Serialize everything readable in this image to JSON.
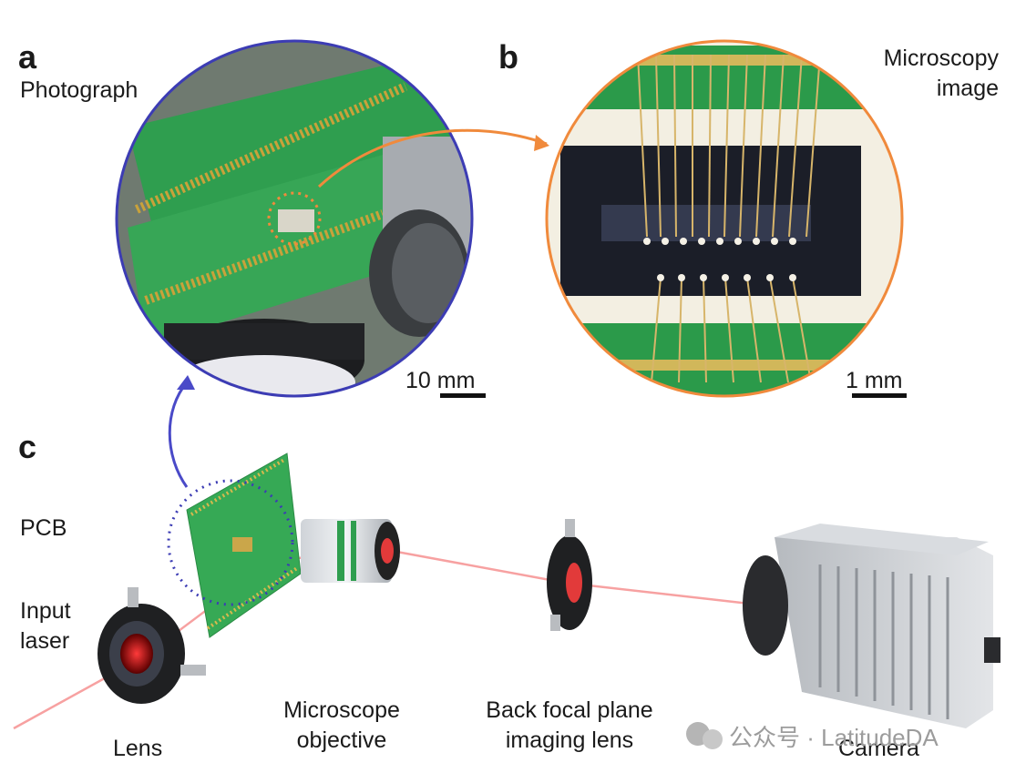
{
  "panels": {
    "a": {
      "letter": "a",
      "title": "Photograph",
      "scale_label": "10 mm"
    },
    "b": {
      "letter": "b",
      "title_line1": "Microscopy",
      "title_line2": "image",
      "scale_label": "1 mm"
    },
    "c": {
      "letter": "c"
    }
  },
  "labels": {
    "pcb": "PCB",
    "input_laser_line1": "Input",
    "input_laser_line2": "laser",
    "lens": "Lens",
    "objective_line1": "Microscope",
    "objective_line2": "objective",
    "bfp_line1": "Back focal plane",
    "bfp_line2": "imaging lens",
    "camera": "Camera"
  },
  "watermark": {
    "icon": "wechat-icon",
    "text": "公众号 · LatitudeDA"
  },
  "colors": {
    "circle_a_border": "#3c3cb4",
    "circle_b_border": "#f08a3c",
    "arrow_orange": "#f08a3c",
    "arrow_blue": "#4a4ac8",
    "pcb_green": "#2f9e4f",
    "laser_red": "#f05050"
  }
}
